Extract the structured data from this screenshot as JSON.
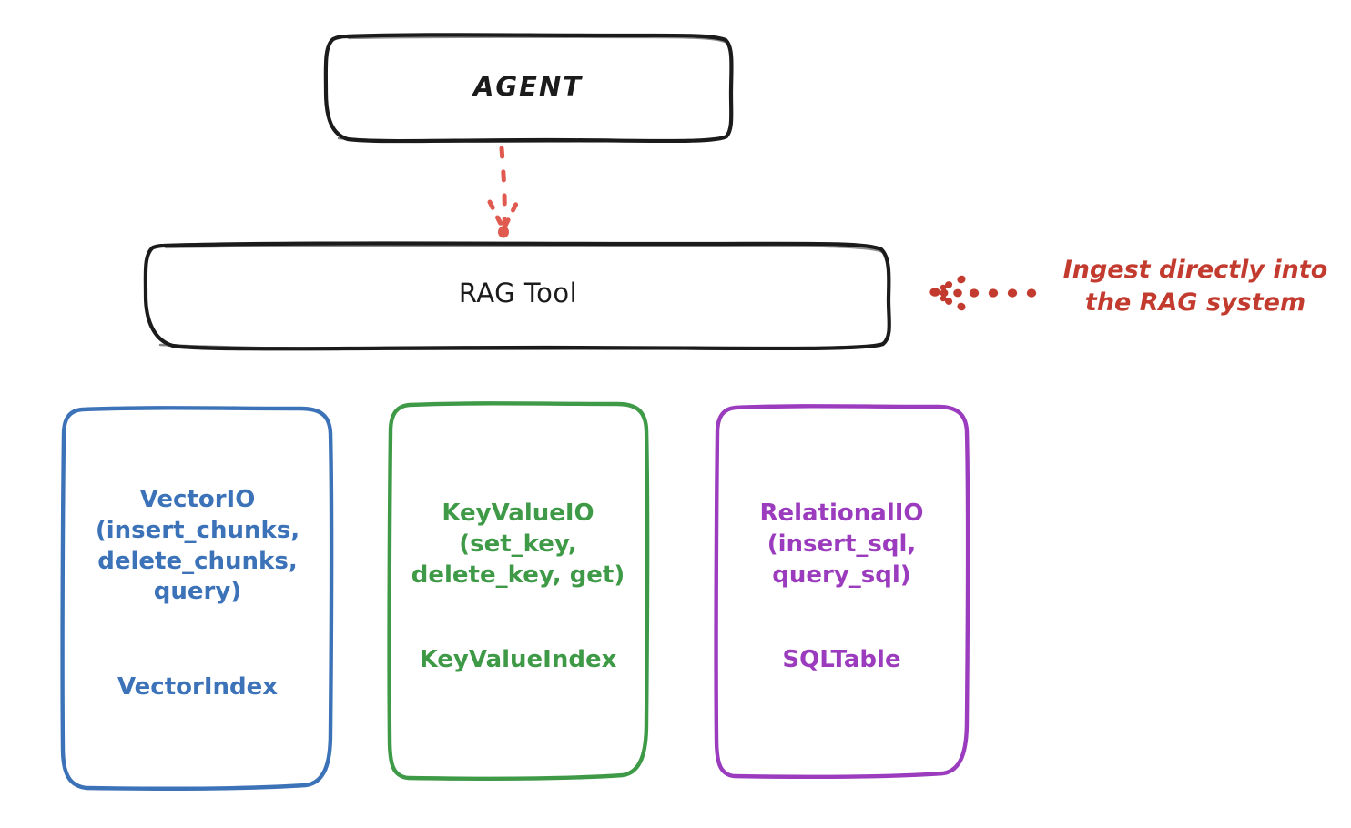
{
  "diagram": {
    "title_nodes": {
      "agent": "AGENT",
      "rag_tool": "RAG Tool"
    },
    "annotation": {
      "text": "Ingest directly into\nthe RAG system",
      "color": "#c23b2e",
      "arrow": "dotted-arrow-left-icon"
    },
    "connectors": [
      {
        "name": "agent-to-rag-tool",
        "style": "dotted",
        "direction": "down",
        "color": "#e05a4f"
      },
      {
        "name": "annotation-to-rag-tool",
        "style": "dotted",
        "direction": "left",
        "color": "#c23b2e"
      }
    ],
    "io_boxes": [
      {
        "id": "vector",
        "name": "VectorIO",
        "api": "VectorIO\n(insert_chunks,\ndelete_chunks,\nquery)",
        "index": "VectorIndex",
        "color": "#3b72b8"
      },
      {
        "id": "keyvalue",
        "name": "KeyValueIO",
        "api": "KeyValueIO\n(set_key,\ndelete_key, get)",
        "index": "KeyValueIndex",
        "color": "#3f9a47"
      },
      {
        "id": "relational",
        "name": "RelationalIO",
        "api": "RelationalIO\n(insert_sql,\nquery_sql)",
        "index": "SQLTable",
        "color": "#9b3bbd"
      }
    ],
    "colors": {
      "stroke_black": "#1b1b1b",
      "blue": "#3b72b8",
      "green": "#3f9a47",
      "purple": "#9b3bbd",
      "red": "#c23b2e",
      "arrow_red": "#e05a4f",
      "background": "#ffffff"
    }
  }
}
